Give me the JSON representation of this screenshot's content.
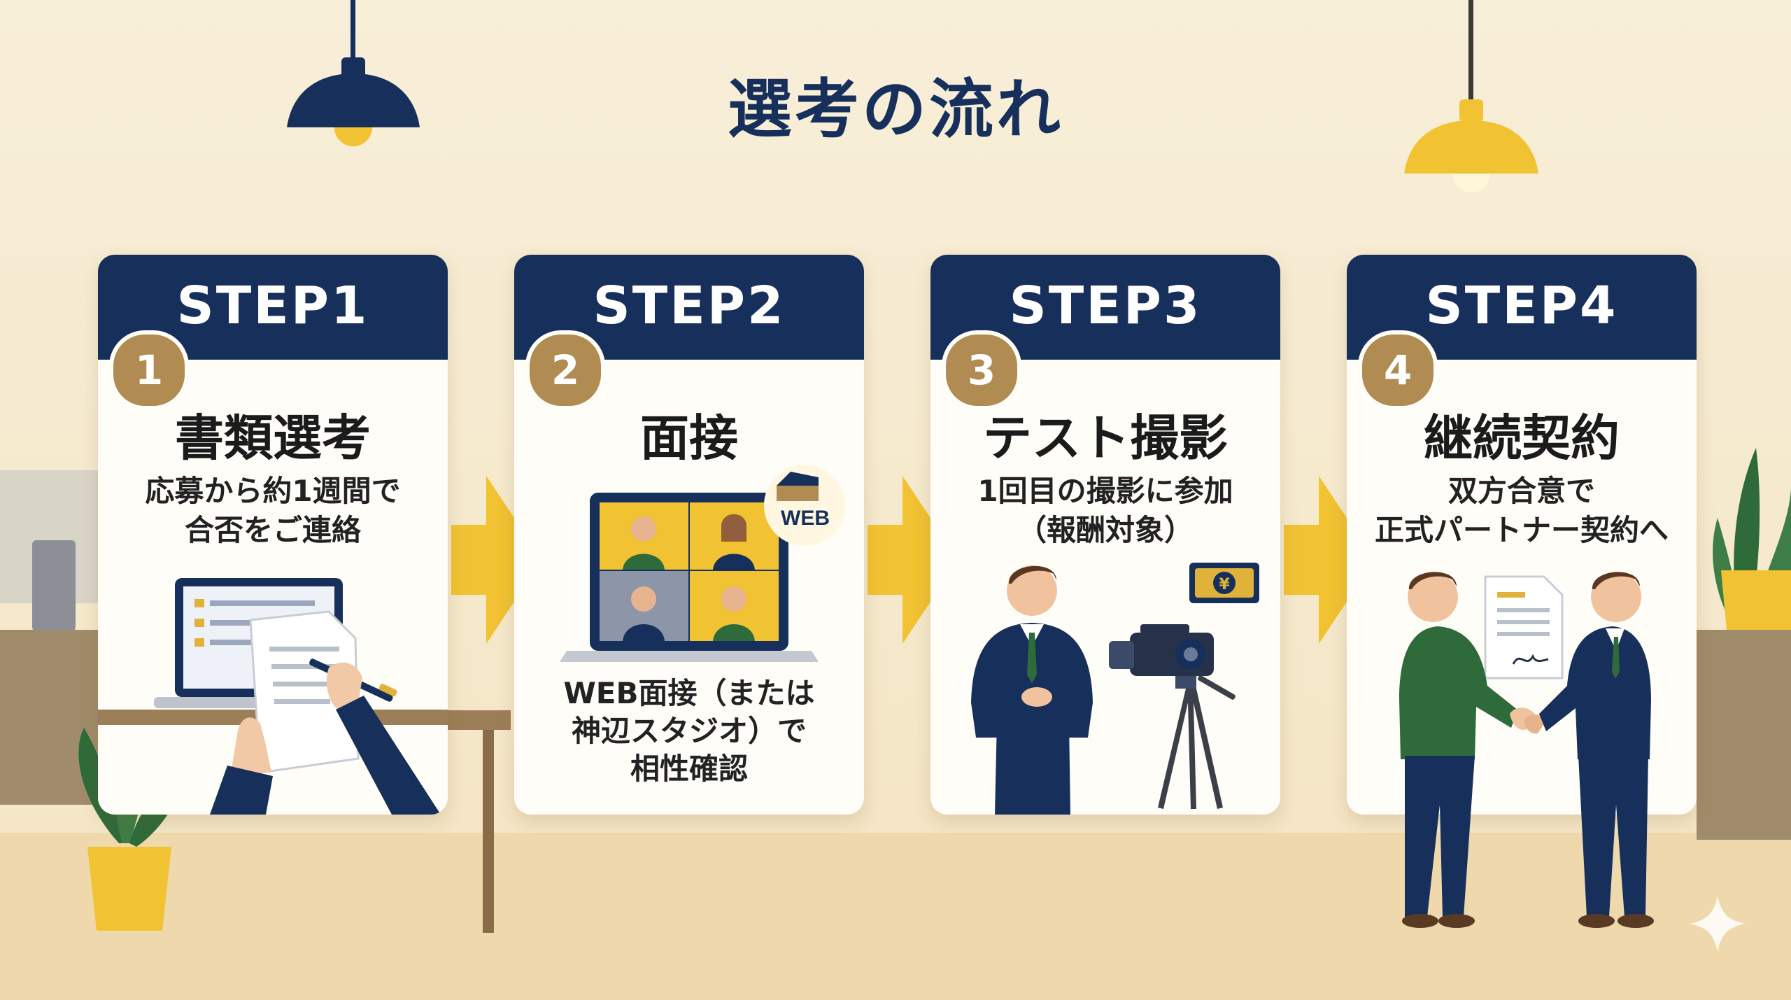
{
  "title": "選考の流れ",
  "steps": [
    {
      "step": "STEP1",
      "number": "1",
      "title": "書類選考",
      "description": "応募から約1週間で\n合否をご連絡"
    },
    {
      "step": "STEP2",
      "number": "2",
      "title": "面接",
      "description": "WEB面接（または\n神辺スタジオ）で\n相性確認",
      "badge_text": "WEB"
    },
    {
      "step": "STEP3",
      "number": "3",
      "title": "テスト撮影",
      "description": "1回目の撮影に参加\n（報酬対象）",
      "money_symbol": "¥"
    },
    {
      "step": "STEP4",
      "number": "4",
      "title": "継続契約",
      "description": "双方合意で\n正式パートナー契約へ"
    }
  ],
  "colors": {
    "navy": "#17305b",
    "gold": "#b08c52",
    "yellow": "#f1c232",
    "green": "#2f6a3a",
    "background": "#f6ecd4"
  },
  "icons": [
    "pendant-lamp-icon",
    "arrow-right-icon",
    "laptop-icon",
    "document-icon",
    "pen-icon",
    "video-call-icon",
    "video-camera-icon",
    "money-icon",
    "contract-icon",
    "handshake-icon",
    "plant-icon",
    "sparkle-icon"
  ]
}
